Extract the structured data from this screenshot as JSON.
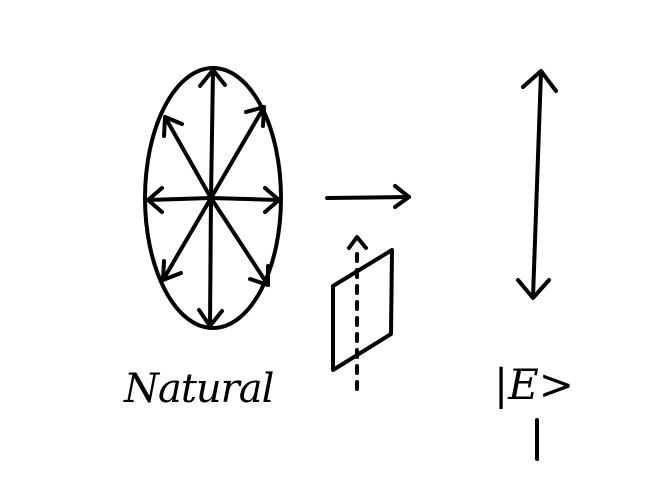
{
  "labels": {
    "natural": "Natural",
    "ket": "|E>"
  },
  "colors": {
    "ink": "#000000",
    "background": "#ffffff"
  },
  "components": [
    {
      "name": "natural-light-ellipse",
      "icon": "ellipse-with-eight-radial-arrows"
    },
    {
      "name": "propagation-arrow",
      "icon": "right-arrow"
    },
    {
      "name": "polarizer",
      "icon": "tilted-parallelogram-with-dotted-vertical-axis-and-up-arrow"
    },
    {
      "name": "polarized-field",
      "icon": "vertical-double-headed-arrow"
    }
  ]
}
